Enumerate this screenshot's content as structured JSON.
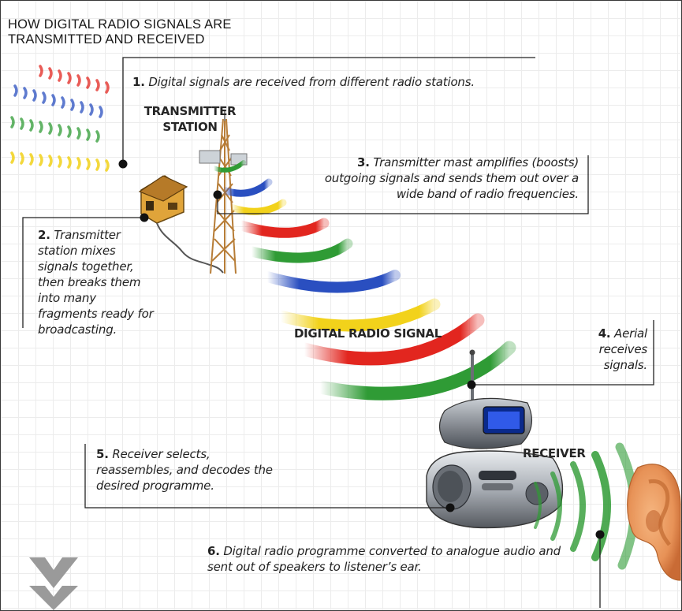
{
  "title": {
    "line1": "HOW DIGITAL RADIO SIGNALS ARE",
    "line2": "TRANSMITTED AND RECEIVED"
  },
  "labels": {
    "transmitter_line1": "TRANSMITTER",
    "transmitter_line2": "STATION",
    "signal": "DIGITAL RADIO SIGNAL",
    "receiver": "RECEIVER"
  },
  "steps": [
    {
      "num": "1.",
      "text": "Digital signals are received from different radio stations."
    },
    {
      "num": "2.",
      "text": "Transmitter station mixes signals together, then breaks them into many fragments ready for broadcasting."
    },
    {
      "num": "3.",
      "text": "Transmitter mast amplifies (boosts) outgoing signals and sends them out over a wide band of radio frequencies."
    },
    {
      "num": "4.",
      "text": "Aerial receives signals."
    },
    {
      "num": "5.",
      "text": "Receiver selects, reassembles, and decodes the desired programme."
    },
    {
      "num": "6.",
      "text": "Digital radio programme converted to analogue audio and sent out of speakers to listener’s ear."
    }
  ],
  "colors": {
    "signal_red": "#e2261f",
    "signal_green": "#2f9b35",
    "signal_blue": "#2a4fc0",
    "signal_yellow": "#f2d21b",
    "mast": "#b77d37",
    "leader_line": "#222222",
    "logo_chevron": "#9a9a9a"
  },
  "icons": [
    "radio-wave-icon",
    "transmitter-mast-icon",
    "station-house-icon",
    "receiver-radio-icon",
    "ear-icon",
    "chevron-logo-icon"
  ]
}
